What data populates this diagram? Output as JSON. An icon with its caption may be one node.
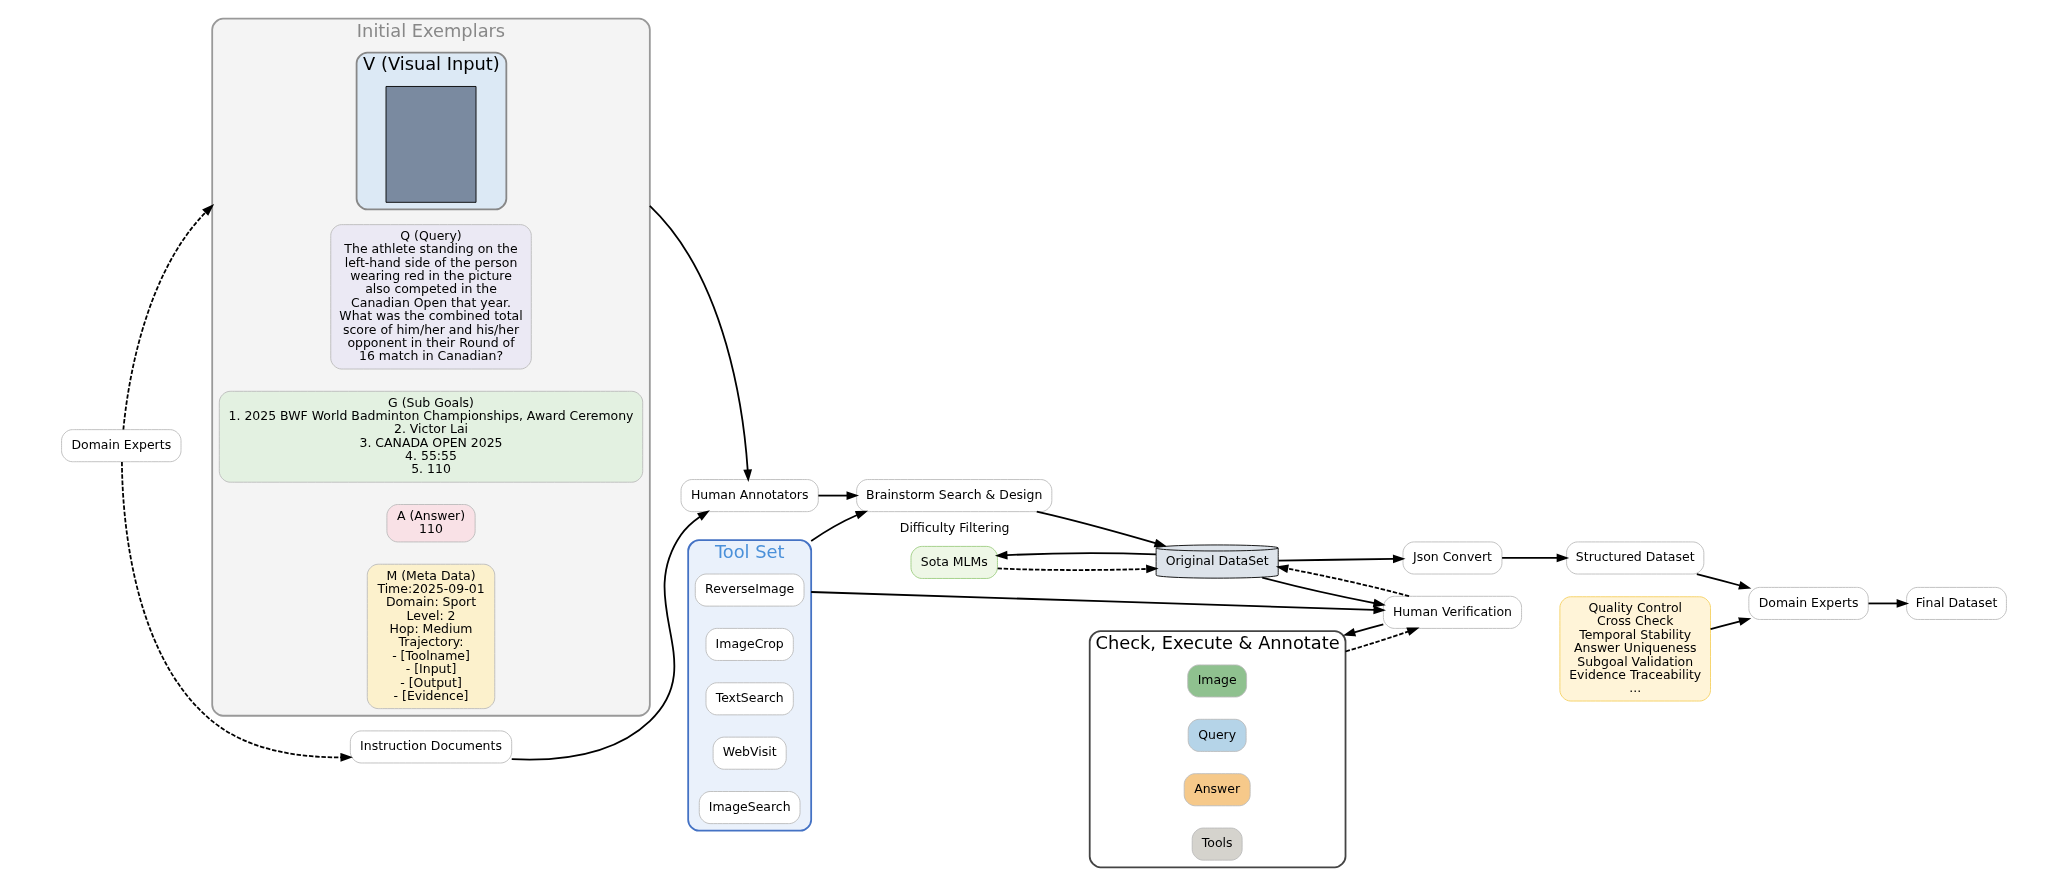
{
  "diagram": {
    "nodes": [
      {
        "text": [
          "Initial Exemplars"
        ]
      },
      {
        "text": [
          "V (Visual Input)"
        ],
        "in": 0
      },
      {
        "text": [],
        "shape": "box",
        "in": 1
      },
      {
        "text": [
          "Q (Query)",
          "The athlete standing on the left-hand side of the person wearing red in the picture also competed in the Canadian Open that year. What was the combined total score of him/her and his/her opponent in their Round of 16 match in Canadian?"
        ],
        "in": 0
      },
      {
        "text": [
          "G (Sub Goals)",
          "1. 2025 BWF World Badminton Championships, Award Ceremony",
          "2. Victor Lai",
          "3. CANADA OPEN 2025",
          "4. 55:55",
          "5. 110"
        ],
        "in": 0
      },
      {
        "text": [
          "A (Answer)",
          "110"
        ],
        "in": 0
      },
      {
        "text": [
          "M (Meta Data)",
          "Time:2025-09-01",
          "Domain: Sport",
          "Level: 2",
          "Hop: Medium",
          "Trajectory:",
          "- [Toolname]",
          "- [Input]",
          "- [Output]",
          "- [Evidence]"
        ],
        "in": 0
      },
      {
        "text": [
          "Domain Experts"
        ]
      },
      {
        "text": [
          "Instruction Documents"
        ]
      },
      {
        "text": [
          "Human Annotators"
        ]
      },
      {
        "text": [
          "Brainstorm Search & Design"
        ]
      },
      {
        "text": [
          "Tool Set"
        ]
      },
      {
        "text": [
          "ReverseImage"
        ],
        "in": 11
      },
      {
        "text": [
          "ImageCrop"
        ],
        "in": 11
      },
      {
        "text": [
          "TextSearch"
        ],
        "in": 11
      },
      {
        "text": [
          "WebVisit"
        ],
        "in": 11
      },
      {
        "text": [
          "ImageSearch"
        ],
        "in": 11
      },
      {
        "text": [
          "Human Verification"
        ]
      },
      {
        "text": [
          "Check, Execute & Annotate"
        ]
      },
      {
        "text": [
          "Image"
        ],
        "in": 18
      },
      {
        "text": [
          "Query"
        ],
        "in": 18
      },
      {
        "text": [
          "Answer"
        ],
        "in": 18
      },
      {
        "text": [
          "Tools"
        ],
        "in": 18
      },
      {
        "text": [
          "Original DataSet"
        ]
      },
      {
        "text": [
          "Json Convert"
        ]
      },
      {
        "text": [
          "Structured Dataset"
        ]
      },
      {
        "text": [
          "Domain Experts"
        ]
      },
      {
        "text": [
          "Quality Control",
          "Cross Check",
          "Temporal Stability",
          "Answer Uniqueness",
          "Subgoal Validation",
          "Evidence Traceability",
          "..."
        ]
      },
      {
        "text": [
          "Final Dataset"
        ]
      },
      {
        "text": [
          "Sota MLMs"
        ],
        "beside": [
          "Difficulty Filtering"
        ]
      }
    ],
    "edges": [
      {
        "from": 7,
        "to": 0,
        "arrow": "to",
        "style": "dashed"
      },
      {
        "from": 7,
        "to": 8,
        "arrow": "to",
        "style": "dashed"
      },
      {
        "from": 8,
        "to": 9,
        "arrow": "to"
      },
      {
        "from": 0,
        "to": 9,
        "arrow": "to"
      },
      {
        "from": 9,
        "to": 10,
        "arrow": "to"
      },
      {
        "from": 11,
        "to": 10,
        "arrow": "to"
      },
      {
        "from": 11,
        "to": 17,
        "arrow": "to"
      },
      {
        "from": 10,
        "to": 23,
        "arrow": "to"
      },
      {
        "from": 23,
        "to": 17,
        "arrow": "to"
      },
      {
        "from": 17,
        "to": 23,
        "arrow": "to",
        "style": "dashed"
      },
      {
        "from": 17,
        "to": 18,
        "arrow": "to"
      },
      {
        "from": 18,
        "to": 17,
        "arrow": "to",
        "style": "dashed"
      },
      {
        "from": 23,
        "to": 24,
        "arrow": "to"
      },
      {
        "from": 24,
        "to": 25,
        "arrow": "to"
      },
      {
        "from": 25,
        "to": 26,
        "arrow": "to"
      },
      {
        "from": 27,
        "to": 26,
        "arrow": "to"
      },
      {
        "from": 26,
        "to": 28,
        "arrow": "to"
      },
      {
        "from": 23,
        "to": 29,
        "arrow": "to"
      },
      {
        "from": 29,
        "to": 23,
        "arrow": "to",
        "style": "dashed"
      }
    ]
  }
}
